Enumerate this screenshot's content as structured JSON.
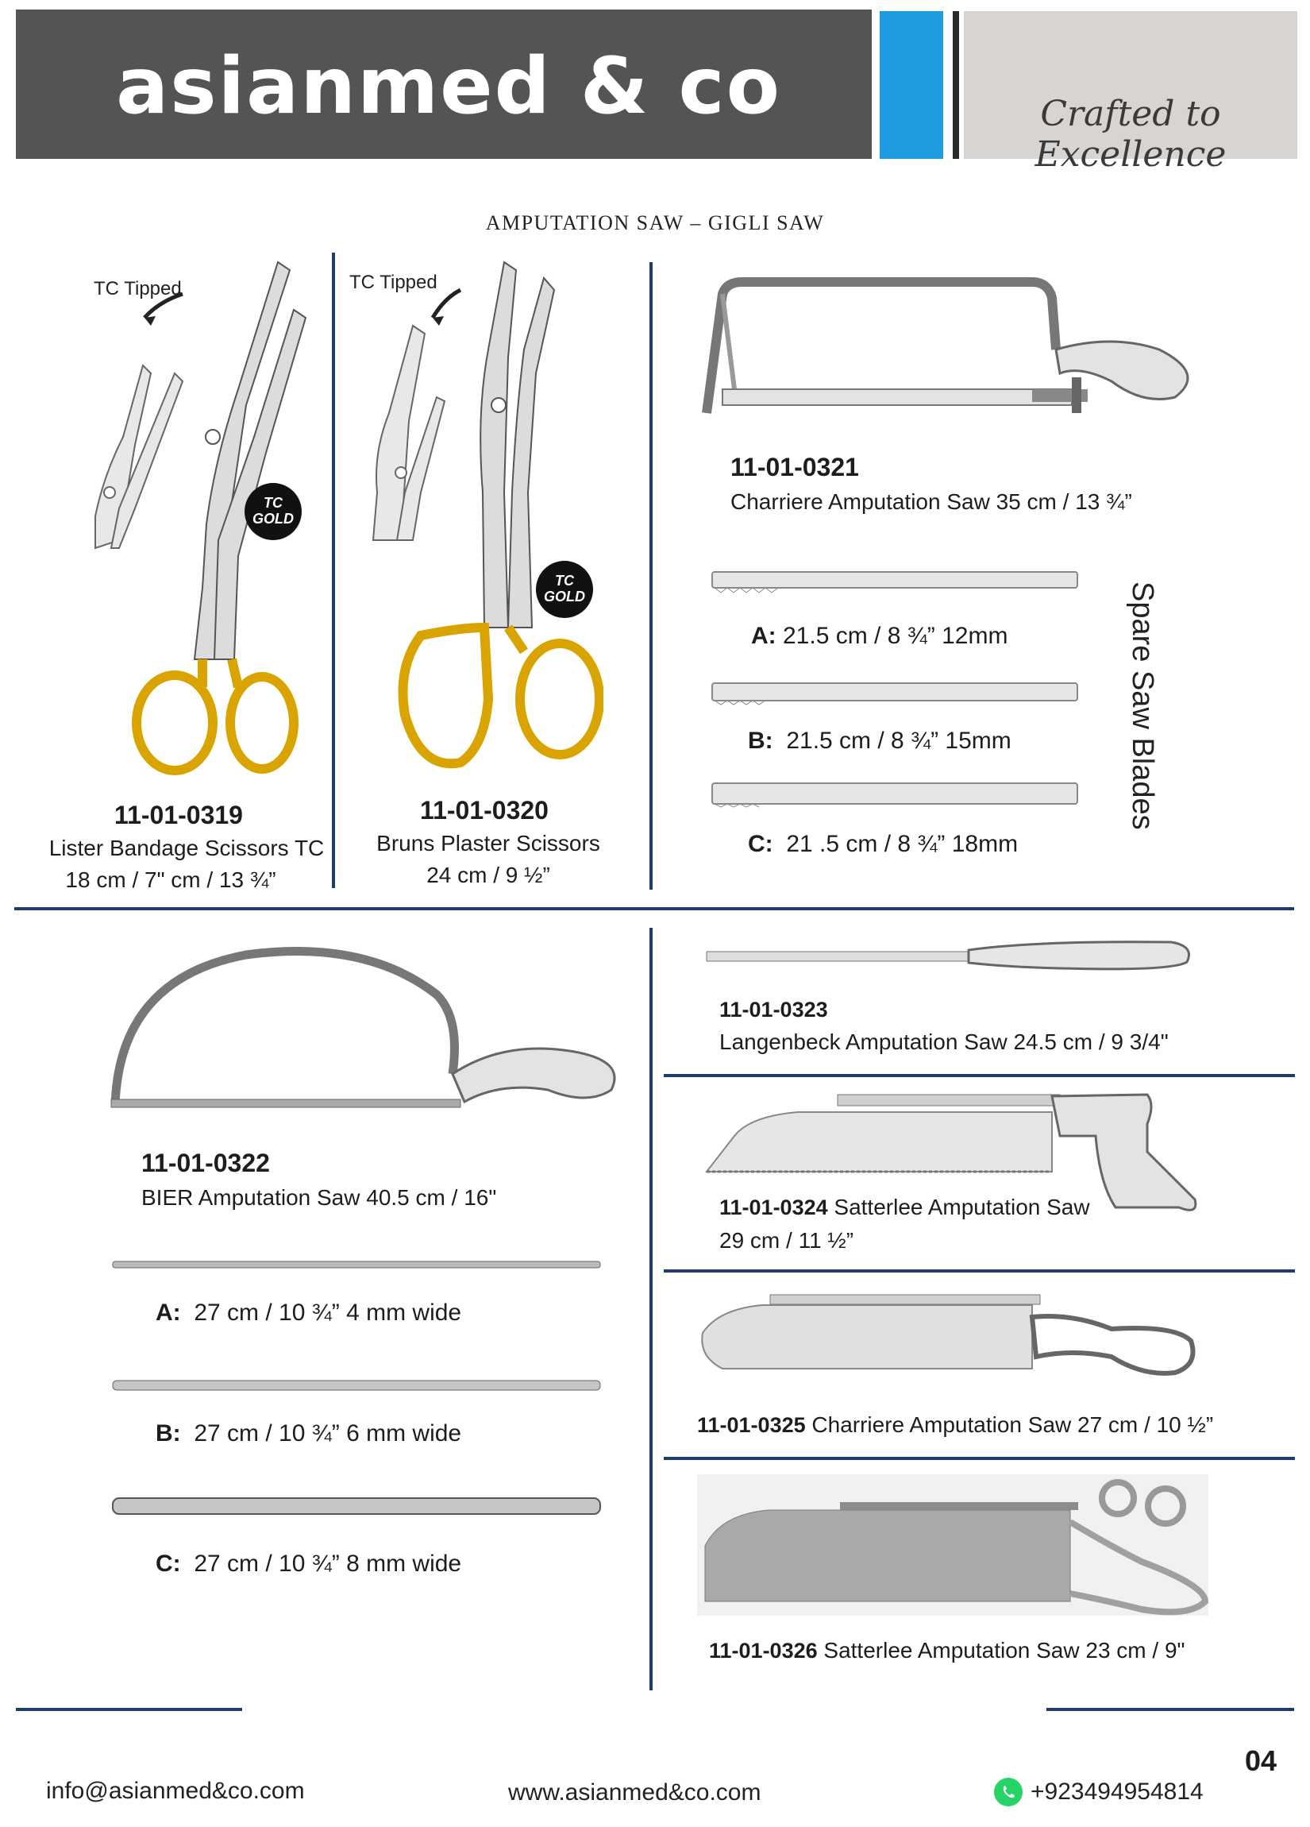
{
  "header": {
    "brand": "asianmed & co",
    "tagline": "Crafted to Excellence"
  },
  "section_title": "AMPUTATION SAW – GIGLI SAW",
  "products": {
    "p0319": {
      "code": "11-01-0319",
      "name": "Lister Bandage Scissors TC",
      "size": "18 cm / 7\" cm / 13 ¾”",
      "tc_label": "TC Tipped",
      "badge_top": "TC",
      "badge_bottom": "GOLD"
    },
    "p0320": {
      "code": "11-01-0320",
      "name": "Bruns Plaster Scissors",
      "size": "24 cm / 9 ½”",
      "tc_label": "TC Tipped",
      "badge_top": "TC",
      "badge_bottom": "GOLD"
    },
    "p0321": {
      "code": "11-01-0321",
      "name": "Charriere Amputation Saw 35 cm / 13 ¾”"
    },
    "spare_blades_label": "Spare Saw Blades",
    "p0321_blades": [
      {
        "letter": "A:",
        "text": "21.5 cm / 8 ¾” 12mm"
      },
      {
        "letter": "B:",
        "text": "21.5 cm / 8 ¾” 15mm"
      },
      {
        "letter": "C:",
        "text": "21 .5 cm / 8 ¾” 18mm"
      }
    ],
    "p0322": {
      "code": "11-01-0322",
      "name": "BIER Amputation Saw 40.5 cm / 16\""
    },
    "p0322_blades": [
      {
        "letter": "A:",
        "text": "27 cm / 10 ¾” 4 mm wide"
      },
      {
        "letter": "B:",
        "text": "27 cm / 10 ¾” 6 mm wide"
      },
      {
        "letter": "C:",
        "text": "27 cm / 10 ¾” 8 mm wide"
      }
    ],
    "p0323": {
      "code": "11-01-0323",
      "name": "Langenbeck Amputation Saw 24.5 cm / 9 3/4\""
    },
    "p0324": {
      "code": "11-01-0324",
      "name": "Satterlee Amputation Saw",
      "size": "29 cm / 11 ½”"
    },
    "p0325": {
      "code": "11-01-0325",
      "name": "Charriere Amputation Saw 27 cm / 10 ½”"
    },
    "p0326": {
      "code": "11-01-0326",
      "name": "Satterlee Amputation Saw 23 cm / 9\""
    }
  },
  "footer": {
    "email": "info@asianmed&co.com",
    "website": "www.asianmed&co.com",
    "phone": "+923494954814",
    "page_number": "04"
  },
  "colors": {
    "header_dark": "#545453",
    "header_blue": "#1f9be2",
    "header_light": "#d7d4d2",
    "rule": "#1f3d6b",
    "gold": "#e0a800",
    "whatsapp": "#25d366"
  }
}
